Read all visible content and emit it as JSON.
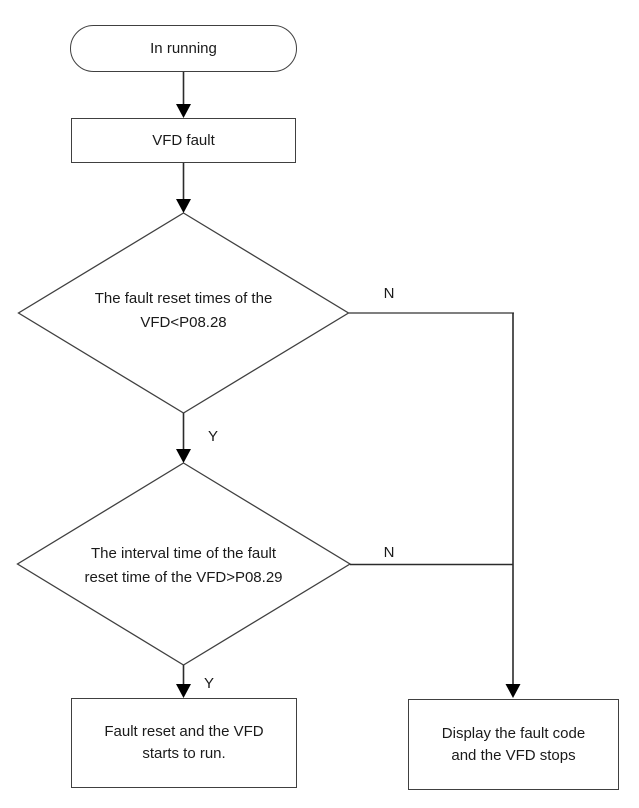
{
  "nodes": {
    "start": {
      "type": "terminator",
      "label": "In running"
    },
    "fault": {
      "type": "process",
      "label": "VFD fault"
    },
    "decision1": {
      "type": "decision",
      "line1": "The fault reset times of the",
      "line2": "VFD<P08.28"
    },
    "decision2": {
      "type": "decision",
      "line1": "The interval time of the fault",
      "line2": "reset time of the VFD>P08.29"
    },
    "fault_reset": {
      "type": "process",
      "line1": "Fault reset and the VFD",
      "line2": "starts to run."
    },
    "display_fault": {
      "type": "process",
      "line1": "Display the fault code",
      "line2": "and the VFD stops"
    }
  },
  "branch_labels": {
    "decision1_no": "N",
    "decision1_yes": "Y",
    "decision2_no": "N",
    "decision2_yes": "Y"
  },
  "colors": {
    "shape_border": "#404040",
    "connector": "#2b2b2b",
    "no_branch_line": "#7f7f7f",
    "arrowhead": "#000000",
    "text": "#1a1a1a",
    "background": "#ffffff"
  }
}
